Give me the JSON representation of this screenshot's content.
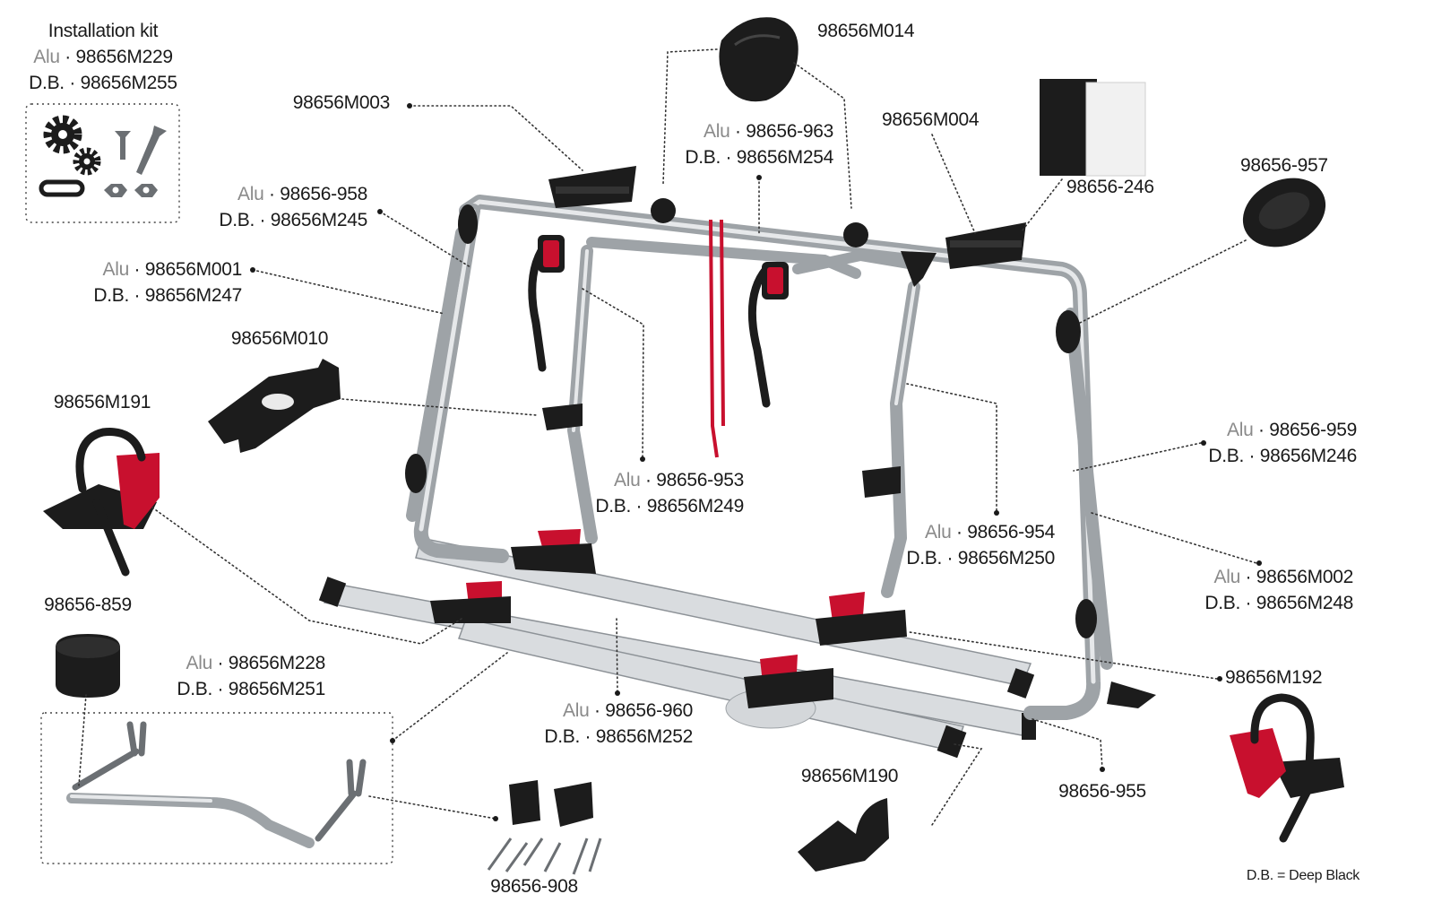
{
  "labels": {
    "kit_title": "Installation kit",
    "kit_alu": "Alu · 98656M229",
    "kit_db": "D.B. · 98656M255",
    "m014": "98656M014",
    "m003": "98656M003",
    "p963_alu": "Alu · 98656-963",
    "p963_db": "D.B. · 98656M254",
    "m004": "98656M004",
    "p246": "98656-246",
    "p957": "98656-957",
    "p958_alu": "Alu · 98656-958",
    "p958_db": "D.B. · 98656M245",
    "m001_alu": "Alu · 98656M001",
    "m001_db": "D.B. · 98656M247",
    "m010": "98656M010",
    "m191": "98656M191",
    "p953_alu": "Alu · 98656-953",
    "p953_db": "D.B. · 98656M249",
    "p959_alu": "Alu · 98656-959",
    "p959_db": "D.B. · 98656M246",
    "p954_alu": "Alu · 98656-954",
    "p954_db": "D.B. · 98656M250",
    "m002_alu": "Alu · 98656M002",
    "m002_db": "D.B. · 98656M248",
    "p859": "98656-859",
    "m228_alu": "Alu · 98656M228",
    "m228_db": "D.B. · 98656M251",
    "m192": "98656M192",
    "p960_alu": "Alu · 98656-960",
    "p960_db": "D.B. · 98656M252",
    "m190": "98656M190",
    "p955": "98656-955",
    "p908": "98656-908",
    "legend": "D.B. = Deep Black"
  },
  "colors": {
    "aluminium": "#c9cdd1",
    "deep_black": "#1c1c1c",
    "strap_red": "#c8102e"
  },
  "icons": [
    "gear-icon",
    "screw-icon",
    "nut-icon",
    "chain-icon",
    "knob-icon"
  ]
}
